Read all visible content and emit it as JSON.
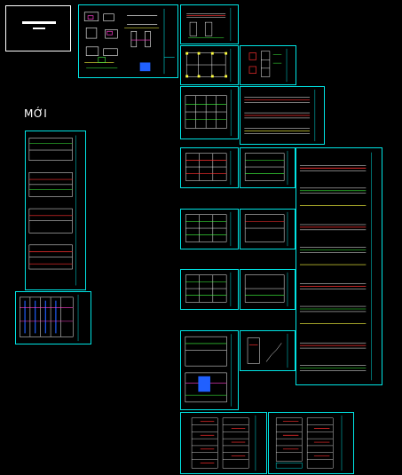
{
  "viewer": {
    "background": "#000000",
    "line_color": "#00e5e5"
  },
  "labels": {
    "moi": "MỚI"
  },
  "sheets": [
    {
      "id": "cover"
    },
    {
      "id": "general-details"
    },
    {
      "id": "sections-a"
    },
    {
      "id": "foundation-plan"
    },
    {
      "id": "column-details"
    },
    {
      "id": "beam-plan-1"
    },
    {
      "id": "beam-elev-1"
    },
    {
      "id": "new-plan-1"
    },
    {
      "id": "new-plan-2"
    },
    {
      "id": "beam-plan-2"
    },
    {
      "id": "beam-plan-3"
    },
    {
      "id": "beam-plan-4"
    },
    {
      "id": "beam-plan-5"
    },
    {
      "id": "beam-elev-2"
    },
    {
      "id": "rebar-table-1"
    },
    {
      "id": "rebar-table-2"
    }
  ]
}
